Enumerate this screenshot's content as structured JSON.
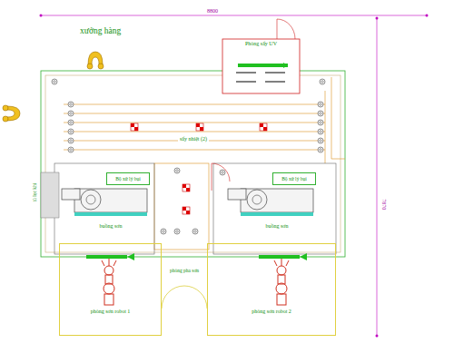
{
  "diagram": {
    "nodes": [
      {
        "text": [
          "Phòng sấy UV"
        ]
      },
      {
        "text": [
          "Bộ xử lý bụi"
        ]
      },
      {
        "text": [
          "buồng sơn"
        ]
      },
      {
        "text": [
          "Bộ xử lý bụi"
        ]
      },
      {
        "text": [
          "buồng sơn"
        ]
      },
      {
        "text": [
          "phòng sơn robot 1"
        ]
      },
      {
        "text": [
          "phòng pha sơn"
        ]
      },
      {
        "text": [
          "phòng sơn robot 2"
        ]
      }
    ],
    "labels": [
      "8800",
      "7870",
      "xưởng hàng",
      "sấy nhiệt (2)",
      "tủ lọc khí"
    ]
  }
}
